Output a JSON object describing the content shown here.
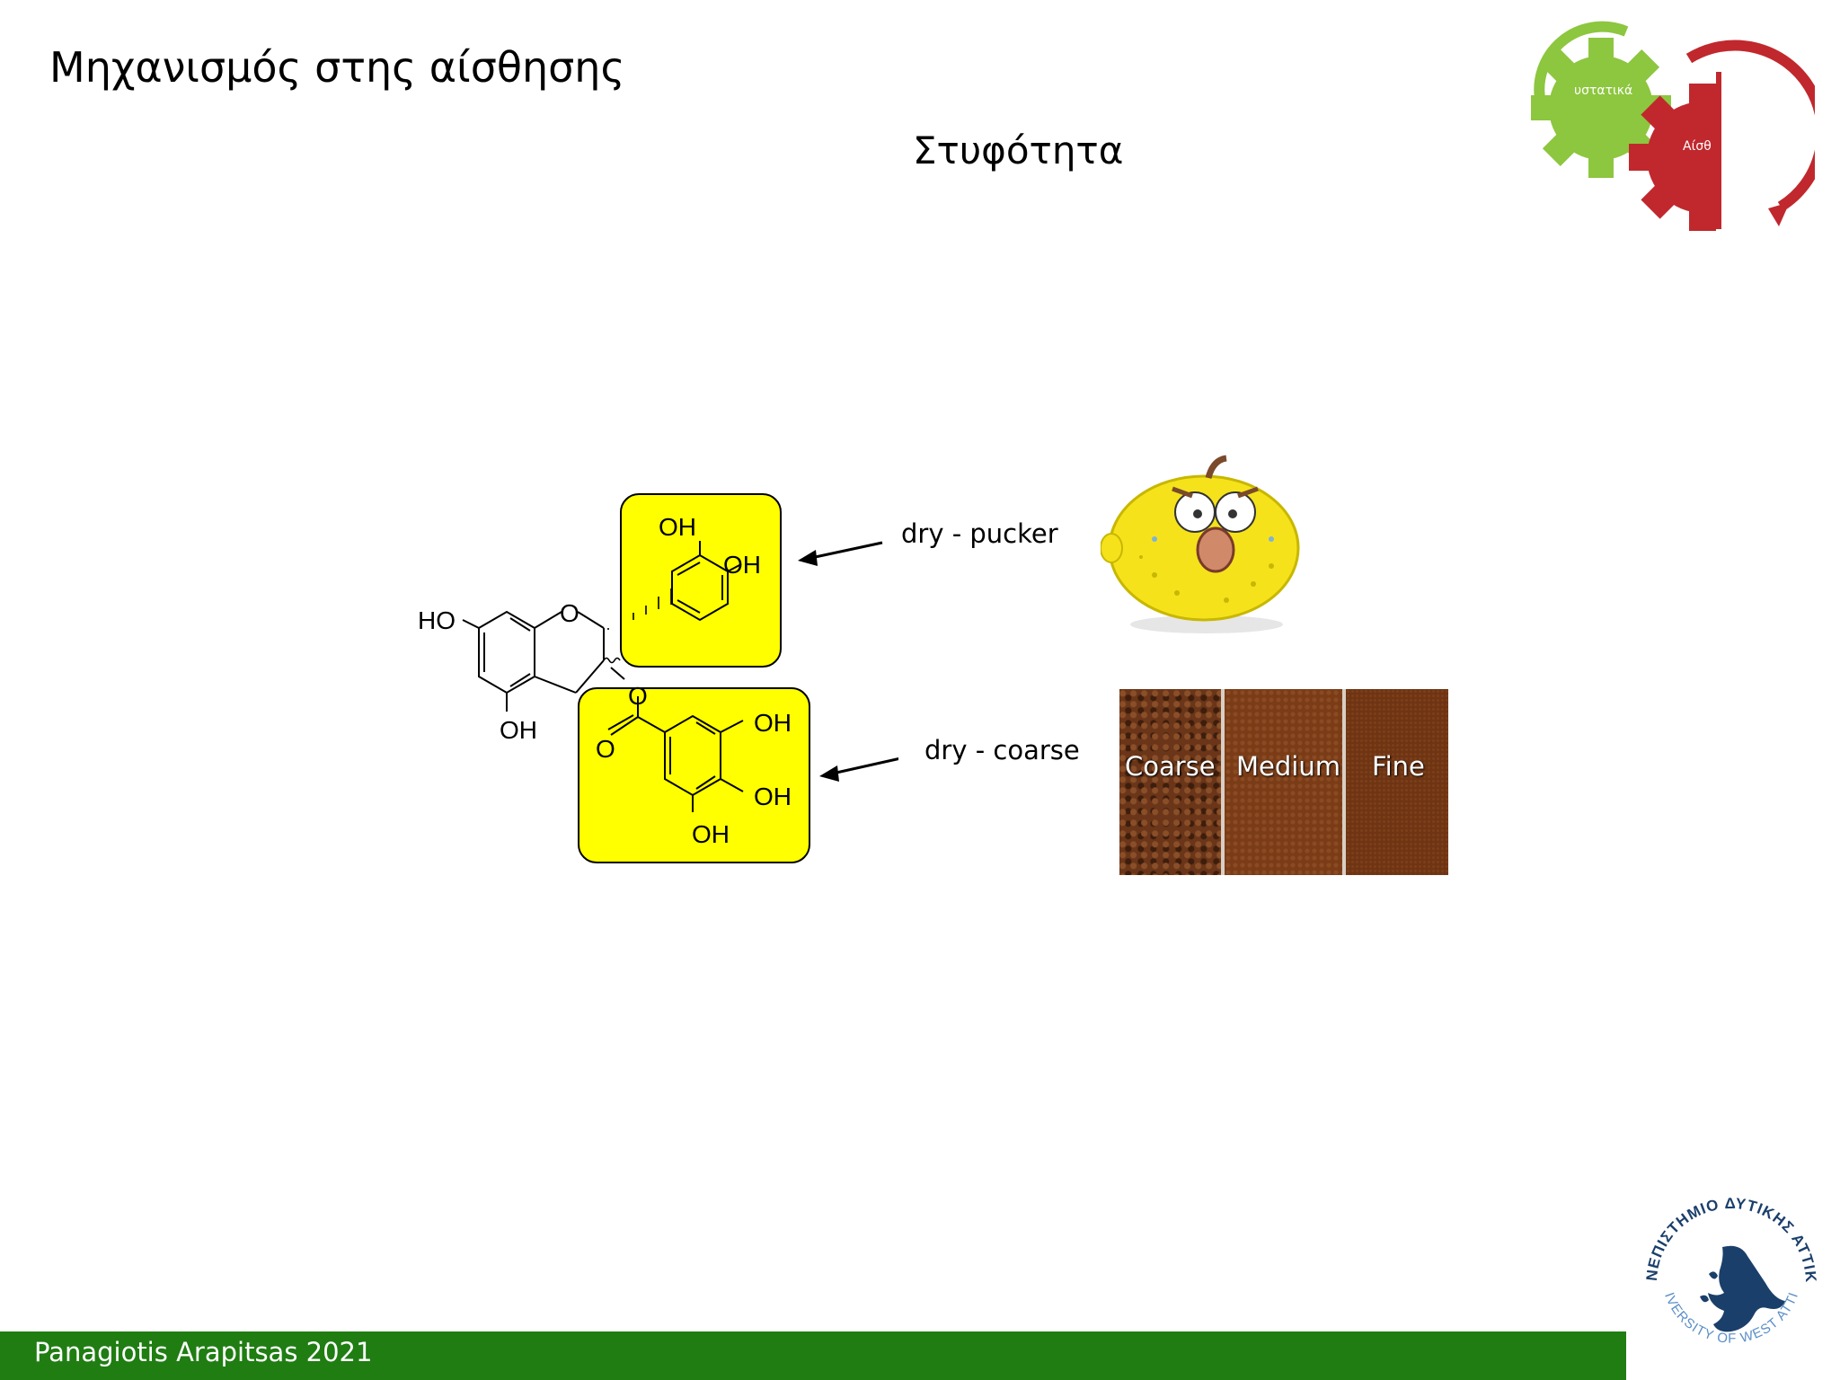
{
  "slide": {
    "title": "Μηχανισμός στης αίσθησης",
    "subtitle": "Στυφότητα",
    "footer": "Panagiotis Arapitsas 2021"
  },
  "gears": {
    "green_label": "υστατικά",
    "red_label": "Αίσθ"
  },
  "molecule": {
    "oh_top": "OH",
    "oh_right": "OH",
    "ho_left": "HO",
    "ring_o": "O",
    "oh_bottom": "OH",
    "ester_o": "O",
    "carbonyl_o": "O",
    "galloyl_oh_1": "OH",
    "galloyl_oh_2": "OH",
    "galloyl_oh_3": "OH"
  },
  "annotations": {
    "pucker": "dry - pucker",
    "coarse": "dry - coarse"
  },
  "coffee_grind": {
    "labels": [
      "Coarse",
      "Medium",
      "Fine"
    ]
  },
  "logo": {
    "top_text": "ΠΑΝΕΠΙΣΤΗΜΙΟ ΔΥΤΙΚΗΣ ΑΤΤΙΚΗΣ",
    "bottom_text": "UNIVERSITY OF WEST ATTICA"
  },
  "colors": {
    "footer_green": "#1f7d12",
    "highlight_yellow": "#ffff00",
    "gear_green": "#8dc63f",
    "gear_red": "#c0282d",
    "logo_blue": "#1b3f6b"
  }
}
